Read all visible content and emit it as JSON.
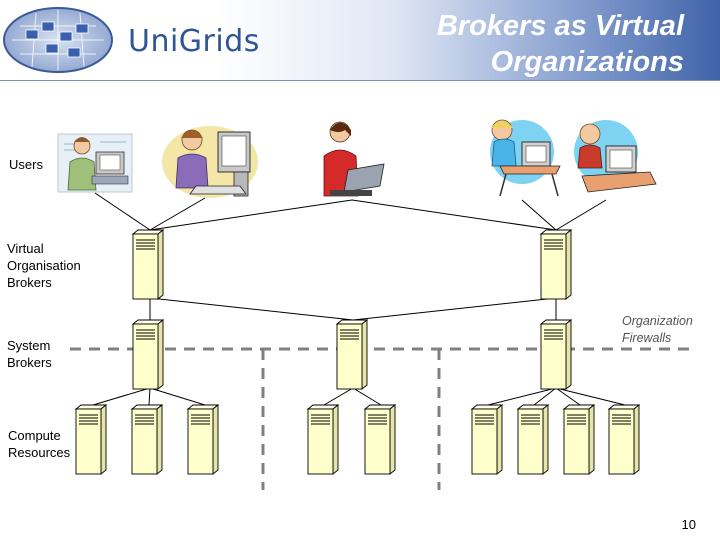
{
  "header": {
    "brand": "UniGrids",
    "title_line1": "Brokers as Virtual",
    "title_line2": "Organizations"
  },
  "rows": {
    "users": "Users",
    "vo_brokers": [
      "Virtual",
      "Organisation",
      "Brokers"
    ],
    "system_brokers": [
      "System",
      "Brokers"
    ],
    "compute": [
      "Compute",
      "Resources"
    ]
  },
  "firewall_label": [
    "Organization",
    "Firewalls"
  ],
  "page_number": "10",
  "colors": {
    "brand": "#2f5597",
    "server_fill": "#ffffcc",
    "firewall": "#808080"
  }
}
